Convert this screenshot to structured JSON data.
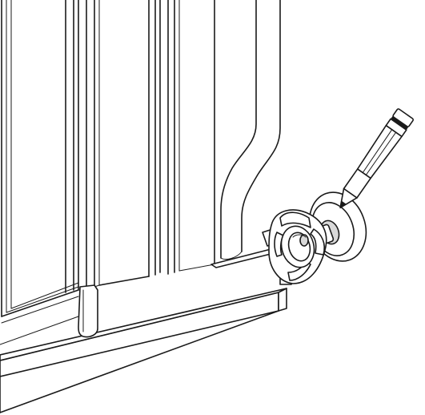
{
  "figure": {
    "type": "line-art",
    "parts": [
      "gate-frame-panel",
      "vertical-bars",
      "curved-side-rail",
      "bottom-rail",
      "rail-clip",
      "pressure-spindle",
      "tension-knob",
      "wall-cup",
      "pencil"
    ],
    "colors": {
      "ink": "#1a1a1a",
      "paper": "#ffffff",
      "shade": "#d9d9d9"
    }
  }
}
